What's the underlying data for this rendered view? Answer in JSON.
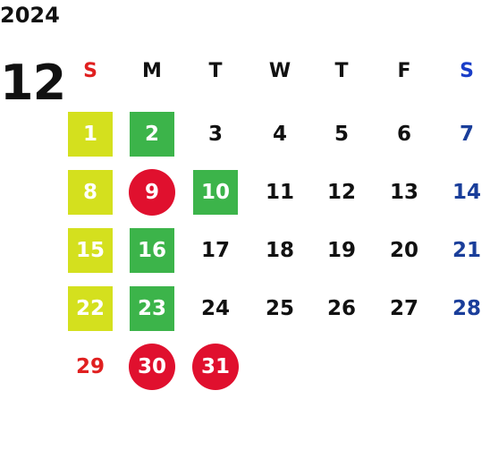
{
  "calendar": {
    "year": "2024",
    "month": "12",
    "weekdays": [
      {
        "label": "S",
        "color": "#e02020"
      },
      {
        "label": "M",
        "color": "#111111"
      },
      {
        "label": "T",
        "color": "#111111"
      },
      {
        "label": "W",
        "color": "#111111"
      },
      {
        "label": "T",
        "color": "#111111"
      },
      {
        "label": "F",
        "color": "#111111"
      },
      {
        "label": "S",
        "color": "#1a3ec8"
      }
    ],
    "first_weekday_index": 0,
    "days": [
      {
        "label": "1",
        "mark": "square",
        "mark_color": "#d4e01e"
      },
      {
        "label": "2",
        "mark": "square",
        "mark_color": "#3cb44a"
      },
      {
        "label": "3"
      },
      {
        "label": "4"
      },
      {
        "label": "5"
      },
      {
        "label": "6"
      },
      {
        "label": "7"
      },
      {
        "label": "8",
        "mark": "square",
        "mark_color": "#d4e01e"
      },
      {
        "label": "9",
        "mark": "circle",
        "mark_color": "#e0102e"
      },
      {
        "label": "10",
        "mark": "square",
        "mark_color": "#3cb44a"
      },
      {
        "label": "11"
      },
      {
        "label": "12"
      },
      {
        "label": "13"
      },
      {
        "label": "14"
      },
      {
        "label": "15",
        "mark": "square",
        "mark_color": "#d4e01e"
      },
      {
        "label": "16",
        "mark": "square",
        "mark_color": "#3cb44a"
      },
      {
        "label": "17"
      },
      {
        "label": "18"
      },
      {
        "label": "19"
      },
      {
        "label": "20"
      },
      {
        "label": "21"
      },
      {
        "label": "22",
        "mark": "square",
        "mark_color": "#d4e01e"
      },
      {
        "label": "23",
        "mark": "square",
        "mark_color": "#3cb44a"
      },
      {
        "label": "24"
      },
      {
        "label": "25"
      },
      {
        "label": "26"
      },
      {
        "label": "27"
      },
      {
        "label": "28"
      },
      {
        "label": "29"
      },
      {
        "label": "30",
        "mark": "circle",
        "mark_color": "#e0102e"
      },
      {
        "label": "31",
        "mark": "circle",
        "mark_color": "#e0102e"
      }
    ]
  }
}
